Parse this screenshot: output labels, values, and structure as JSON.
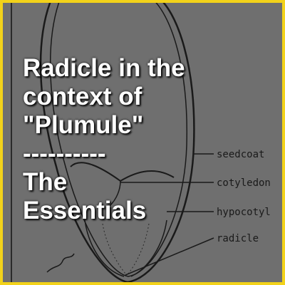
{
  "colors": {
    "border": "#f2d21a",
    "background": "#6f6f6f",
    "title_text": "#ffffff",
    "diagram_line": "#1a1a1a"
  },
  "diagram": {
    "labels": {
      "seedcoat": "seedcoat",
      "cotyledon": "cotyledon",
      "hypocotyl": "hypocotyl",
      "radicle": "radicle"
    }
  },
  "title": {
    "lines": [
      "Radicle in the",
      "context of",
      "\"Plumule\"",
      "----------",
      "The",
      "Essentials"
    ]
  }
}
